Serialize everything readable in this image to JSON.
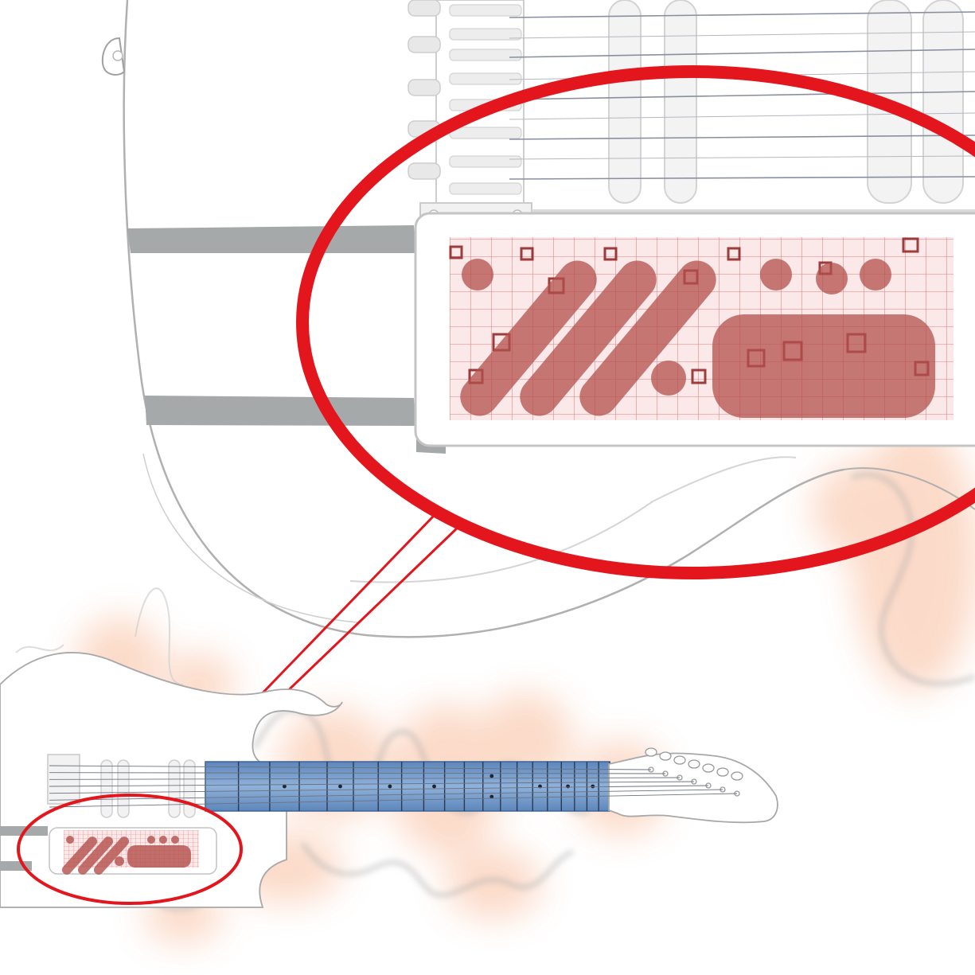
{
  "colors": {
    "background": "#ffffff",
    "callout_red": "#e3161d",
    "body_outline": "#9a9a9a",
    "stripe_gray": "#a4a7a7",
    "fretboard_blue": "#6f95c4",
    "sensor_red": "#b3504c",
    "glow_orange": "#f7a77a"
  },
  "figure": {
    "elements": [
      "zoomed-guitar-body",
      "bridge-saddles",
      "pickups",
      "sensor-panel",
      "sensor-grid",
      "full-guitar",
      "fretboard",
      "headstock",
      "callout-circle-large",
      "callout-circle-small",
      "callout-connector-lines",
      "glow-background"
    ],
    "string_count": 7,
    "fret_count": 20,
    "fret_marker_frets": [
      3,
      5,
      7,
      9,
      12,
      15,
      17,
      19
    ]
  }
}
